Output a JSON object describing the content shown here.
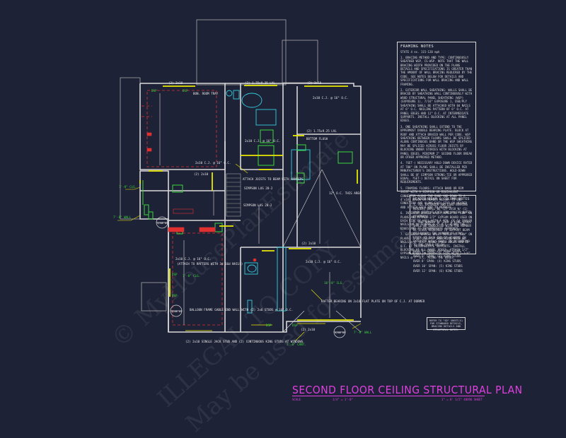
{
  "plan_title": "SECOND FLOOR CEILING STRUCTURAL PLAN",
  "scale_label": "SCALE",
  "scale_value": "1/4\" = 1'-0\"",
  "scale_right": "1\" = 8' 1/2\" 48X96 SHEET",
  "watermark_lines": [
    "© MyHousePlanEstimate",
    "ILLEGAL TO COPY",
    "May be used for estimating"
  ],
  "framing_notes": {
    "title": "FRAMING NOTES",
    "subtitle": "STATE 4 ex. 115-120 mph",
    "items": [
      "1.  BRACING METHOD AND TYPE: CONTINUOUSLY SHEATHED WSP, CS-WSP. NOTE THAT THE WALL BRACING WIDTH PROVIDED ON THE PLANS DETAILS AND SPECIFICATIONS IS GREATER THAN THE AMOUNT OF WALL BRACING REQUIRED BY THE CODE. SEE NOTES BELOW FOR DETAILS AND SPECIFICATIONS FOR WALL BRACING AND WALL FRAMING.",
      "2.  EXTERIOR WALL SHEATHING: WALLS SHALL BE BRACED BY SHEATHING WALL CONTINUOUSLY WITH WOOD STRUCTURAL PANEL SHEATHING (WSP) (EXPOSURE 1), 7/16\" EXPOSURE 1, OSB/PLY SHEATHING SHALL BE ATTACHED WITH 8d NAILS AT 6\" O.C. NAILING PATTERN OF 6\" O.C. AT PANEL EDGES AND 12\" O.C. AT INTERMEDIATE SUPPORTS. INSTALL BLOCKING AT ALL PANEL EDGES.",
      "3.  ONE SHEATHING SHALL EXTEND TO THE UPPERMOST DOUBLE BEARING PLATE. BLOCK AT ROOF AND ATTACH BRACED WALL PER CODE. WSP SHEATHING BETWEEN FLOORS SHALL BE SPLICED ALONG CONTINUOUS BAND OR THE WSP SHEATHING MAY BE SPLICED ACROSS FLOOR JOISTS BY BLOCKING UNDER STORIES WITH BLOCKING AT PANEL EDGES. MINIMUM 2\" SECOND FLOOR BREAK OR OTHER APPROVED METHOD.",
      "4.  ?SET-) NECESSARY HOLD DOWN DEVICE RATED AT 700\" ON PLANS SHALL BE INSTALLED PER MANUFACTURER'S INSTRUCTIONS. HOLD-DOWN SHALL BE OF SIMPSON STRONG-TIE OR APPROVED EQUAL. ?SET-) DETAIL ON SHEET FOR REQUIREMENTS.",
      "5.  FRAMING FLOORS: ATTACH BAND OR RIM JOIST WITH A SIMPSON OR EQUIVALENT CONNECTOR ALONG THE BAND AND DOWN TO A 4'x10' BELOW OR MEMBER BELOW. TO END CONDITION AND ALONG EACH STUD OR HEADER AND ATTACH EACH END TO MEMBERS.",
      "6.  INTERIOR BRACED WALL: NOTED AS \"IBW\" ON PLANS AND ATTACH 1/2\" GYPSUM BOARD USED ON EACH SIDE OF WALL WITH A MIN. OF 5d COOLER NAILS OR #6 SCREWS @ 7\" O.C. ALONG THE EDGES AND AT INTERMEDIATE SUPPORTS.",
      "7.  EXTERIOR BRACED WALL: NOTED AS \"EBW\" ON PLANS. 7/16\" OSB/PLY SHEATHING WITH 8d NAILS @ 6\" O.C. ALONG PANEL EDGES AND 12\" O.C. AT INTERMEDIATE SUPPORTS. INSTALL BLOCKING AT ALL PANEL EDGES. ATTACH 1/2\" GYPSUM BOARD ON OPPOSITE SIDE WITH 1-1/4\" NAILS @ 7\" O.C. ALONG THE EDGES."
    ]
  },
  "header_notes": {
    "title": "HEADER/BEAM & COLUMN NOTES",
    "items": [
      "1.  ALL EXTERIOR AND LOAD BEARING HEADERS SHALL BE (2) 2x10 W/ (1) JACK STUD AT EACH END UNLESS NOTED OTHERWISE.",
      "2.  THE NUMBER OF JACK & KING STUDS SHALL BE INDICATED WITH THE NUMBER OF STUDS REQUIRED TO SUPPORT BEAM OR HEADER. THE NUMBER OF KING STUDS AT EACH END OF HEADERS IN EXTERIOR WALLS SHALL BE ACCORDING TO THE TABLE BELOW:"
    ],
    "legend": [
      "OVER 4' SPAN: (2) KING STUDS",
      "OVER 6' SPAN: (3) KING STUDS",
      "OVER 8' SPAN: (4) KING STUDS",
      "OVER 10' SPAN: (5) KING STUDS",
      "OVER 12' SPAN: (6) KING STUDS"
    ]
  },
  "reference_note": "REFER TO \"SD\" SHEET(S) FOR STANDARD DETAILS, BRACING DETAILS AND STRUCTURAL NOTES.",
  "labels": {
    "bonus_room": "BON. ROOM TRAY",
    "ceiling_l1": "2x10 C.J. @ 16\" O.C.",
    "ceiling_l2": "2x10 C.J. @ 16\" O.C.",
    "ceiling_l3": "2x10 C.J. @ 16\" O.C.",
    "ceiling_l4": "2x10 C.J. @ 16\" O.C.",
    "ceiling_l5": "2x10 C.J. @ 16\" O.C.",
    "attic_joists": "ATTACH JOISTS TO BEAM WITH HANGERS",
    "simpson_1": "SIMPSON LUS 28-2",
    "simpson_2": "SIMPSON LUS 28-2",
    "bottom_flush": "BOTTOM FLUSH",
    "lvl_1": "(2) 1.75x9.25 LVL",
    "lvl_2": "(2) 1.75x9.25 LVL",
    "attach_rafters": "(ATTACH TO RAFTERS WITH 3d 16d NAILS)",
    "oc_area": "12\" O.C. THIS AREA",
    "rafter_bearing": "RAFTER BEARING ON 2x10 FLAT PLATE ON TOP OF C.J. AT DORMER",
    "balloon_frame": "BALLOON FRAME GABLE END WALL WITH (2) 2x6 STUDS @ 16\" O.C.",
    "single_jack": "(2) 2x10 SINGLE JACK STUD AND (2) CONTINUOUS KING STUDS AT WINDOWS",
    "hdr_1": "(2) 2x10",
    "hdr_2": "(2) 2x10",
    "hdr_3": "(2) 2x10",
    "hdr_4": "(2) 2x10",
    "hdr_5": "(2) 2x10",
    "ceiling_hgt_1": "7'-8\" CLG.",
    "ceiling_hgt_2": "7'-8\" WALL",
    "ceiling_hgt_3": "10'-8\" CLG.",
    "ceiling_hgt_4": "7'-8\" CLG.",
    "ceiling_hgt_5": "7'-8\" WALL",
    "ceiling_hgt_6": "7'-8\" CANT.",
    "dsp_1": "DSP",
    "dsp_2": "DSP",
    "dsp_3": "DSP",
    "dsp_4": "DSP",
    "dsp_5": "DSP",
    "dsp_6": "DSP",
    "section_1": "3/A8 A3",
    "section_2": "3/A8 A3",
    "section_3": "3/A8 A3"
  },
  "colors": {
    "background": "#1e2236",
    "walls": "#d8d8d8",
    "red": "#e03030",
    "yellow": "#e8e800",
    "green": "#38d838",
    "cyan": "#30d0e0",
    "magenta": "#e040e0"
  }
}
